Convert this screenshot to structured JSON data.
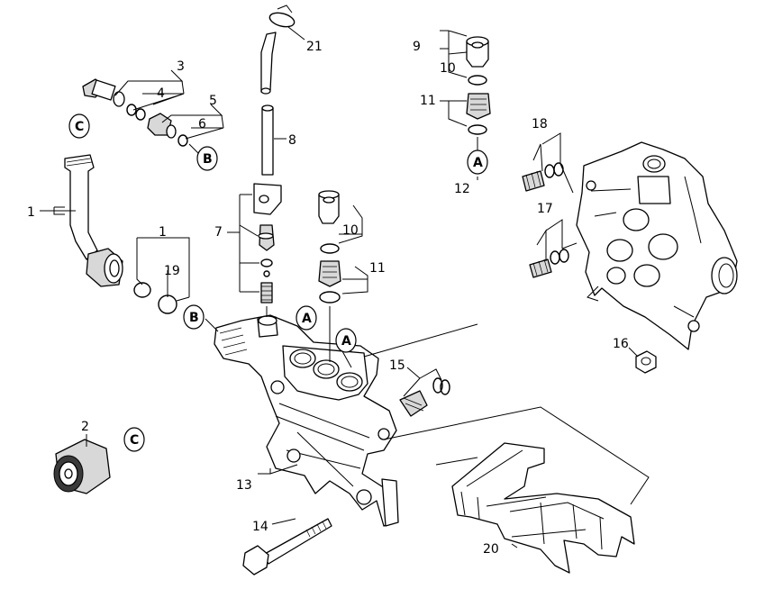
{
  "callouts": {
    "c1": "1",
    "c1b": "1",
    "c2": "2",
    "c3": "3",
    "c4": "4",
    "c5": "5",
    "c6": "6",
    "c7": "7",
    "c8": "8",
    "c9": "9",
    "c10a": "10",
    "c10b": "10",
    "c11a": "11",
    "c11b": "11",
    "c12": "12",
    "c13": "13",
    "c14": "14",
    "c15": "15",
    "c16": "16",
    "c17": "17",
    "c18": "18",
    "c19": "19",
    "c20": "20",
    "c21": "21"
  },
  "refs": {
    "A1": "A",
    "A2": "A",
    "A3": "A",
    "B1": "B",
    "B2": "B",
    "C1": "C",
    "C2": "C"
  }
}
